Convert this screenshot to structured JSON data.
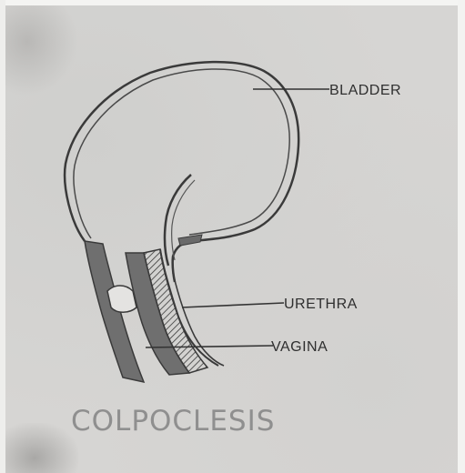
{
  "labels": {
    "bladder": "BLADDER",
    "urethra": "URETHRA",
    "vagina": "VAGINA"
  },
  "caption": "COLPOCLESIS",
  "colors": {
    "outline": "#3a3a3a",
    "fill_dark": "#6f6f6f",
    "caption": "#8f8f8f",
    "background": "#d6d5d3"
  }
}
